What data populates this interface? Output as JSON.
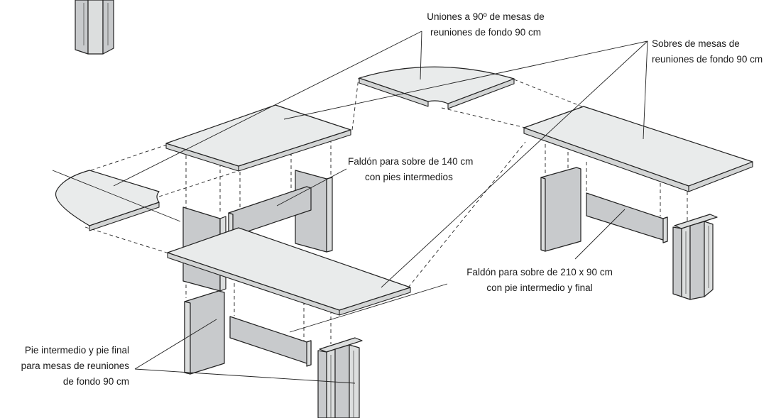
{
  "colors": {
    "background": "#ffffff",
    "tabletop": "#e9ebeb",
    "panel": "#c8cacc",
    "line": "#222222"
  },
  "labels": {
    "uniones": {
      "line1": "Uniones a 90º de mesas de",
      "line2": "reuniones de fondo 90 cm"
    },
    "sobres": {
      "line1": "Sobres de mesas de",
      "line2": "reuniones de fondo 90 cm"
    },
    "faldon_140": {
      "line1": "Faldón para sobre de 140 cm",
      "line2": "con pies intermedios"
    },
    "faldon_210": {
      "line1": "Faldón para sobre de 210 x 90 cm",
      "line2": "con pie intermedio y final"
    },
    "pie": {
      "line1": "Pie intermedio y pie final",
      "line2": "para mesas de reuniones",
      "line3": "de fondo 90 cm"
    }
  }
}
